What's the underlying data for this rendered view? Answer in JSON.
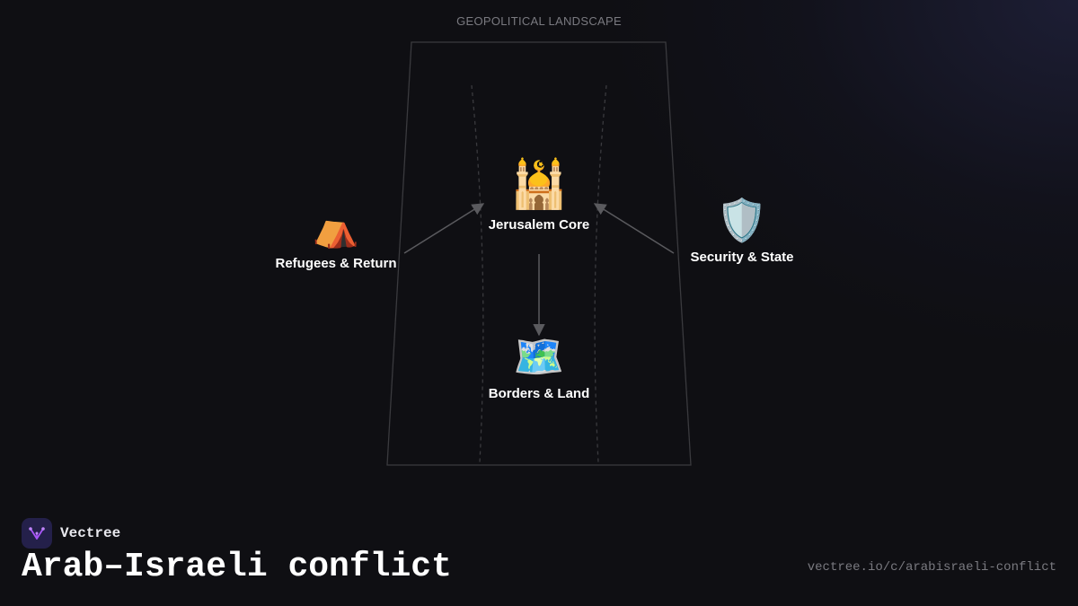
{
  "header": {
    "label": "GEOPOLITICAL LANDSCAPE"
  },
  "nodes": {
    "jerusalem": {
      "icon": "🕌",
      "icon_name": "mosque-icon",
      "label": "Jerusalem Core"
    },
    "refugees": {
      "icon": "⛺",
      "icon_name": "tent-icon",
      "label": "Refugees & Return"
    },
    "security": {
      "icon": "🛡️",
      "icon_name": "shield-icon",
      "label": "Security & State"
    },
    "borders": {
      "icon": "🗺️",
      "icon_name": "world-map-icon",
      "label": "Borders & Land"
    }
  },
  "brand": {
    "name": "Vectree"
  },
  "title": "Arab–Israeli conflict",
  "url": "vectree.io/c/arabisraeli-conflict",
  "colors": {
    "background": "#0f0f13",
    "arrow": "#5a5a5e",
    "frame": "#3a3a3e",
    "brand_accent": "#a855f7"
  }
}
